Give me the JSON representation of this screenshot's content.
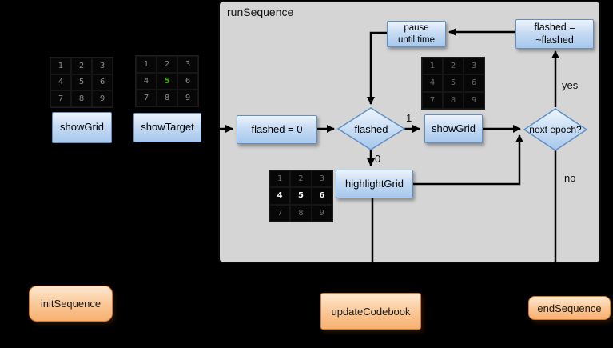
{
  "panel": {
    "title": "runSequence",
    "bg_color": "#d5d5d5"
  },
  "left_column": {
    "show_grid_label": "showGrid",
    "show_target_label": "showTarget"
  },
  "flow_nodes": {
    "flashed_zero": "flashed = 0",
    "flashed_decision": "flashed",
    "show_grid": "showGrid",
    "highlight_grid": "highlightGrid",
    "pause_until_time": "pause\nuntil time",
    "toggle_flashed": "flashed =\n~flashed",
    "next_epoch_decision": "next epoch?"
  },
  "edge_labels": {
    "one": "1",
    "zero": "0",
    "yes": "yes",
    "no": "no"
  },
  "bottom_row": {
    "init": "initSequence",
    "update": "updateCodebook",
    "end": "endSequence"
  },
  "grids": {
    "left_grid": {
      "cells": [
        "1",
        "2",
        "3",
        "4",
        "5",
        "6",
        "7",
        "8",
        "9"
      ]
    },
    "target_grid": {
      "cells": [
        "1",
        "2",
        "3",
        "4",
        "5",
        "6",
        "7",
        "8",
        "9"
      ],
      "target_cell": "5"
    },
    "flash_grid": {
      "cells": [
        "1",
        "2",
        "3",
        "4",
        "5",
        "6",
        "7",
        "8",
        "9"
      ]
    },
    "highlight_grid": {
      "cells": [
        "1",
        "2",
        "3",
        "4",
        "5",
        "6",
        "7",
        "8",
        "9"
      ],
      "highlighted_row": "4 5 6"
    }
  },
  "colors": {
    "node_blue_fill": "#a7c8ec",
    "node_blue_border": "#6090c4",
    "terminator_orange_fill": "#f7b172",
    "terminator_orange_border": "#d7781f",
    "target_green": "#3fae00",
    "grid_number_gray": "#8a8a8a",
    "highlight_white": "#ffffff"
  }
}
